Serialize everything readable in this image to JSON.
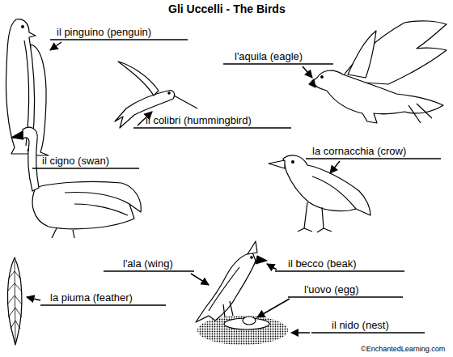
{
  "diagram": {
    "title": "Gli Uccelli - The Birds",
    "labels": [
      "il pinguino (penguin)",
      "l'aquila (eagle)",
      "il colibri (hummingbird)",
      "il cigno (swan)",
      "la cornacchia (crow)",
      "l'ala (wing)",
      "il becco (beak)",
      "l'uovo (egg)",
      "la piuma (feather)",
      "il nido (nest)",
      "©EnchantedLearning.com"
    ]
  }
}
